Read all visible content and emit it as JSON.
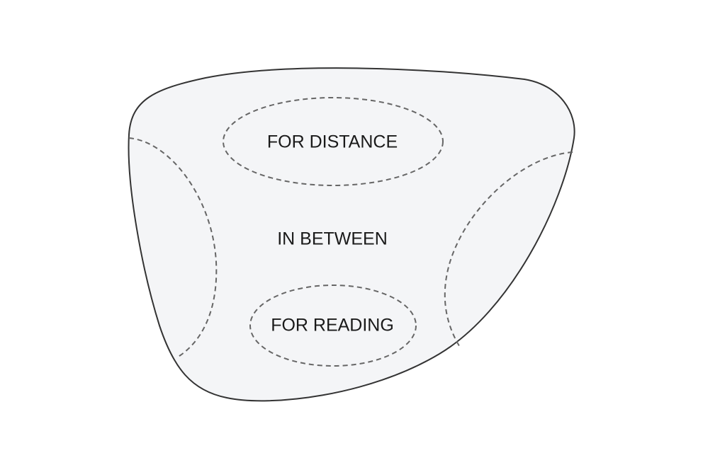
{
  "diagram": {
    "zones": {
      "distance": "FOR DISTANCE",
      "intermediate": "IN BETWEEN",
      "reading": "FOR READING"
    },
    "colors": {
      "lens_fill": "#f4f5f7",
      "lens_outline": "#333333",
      "zone_border": "#666666",
      "text": "#1a1a1a"
    }
  }
}
